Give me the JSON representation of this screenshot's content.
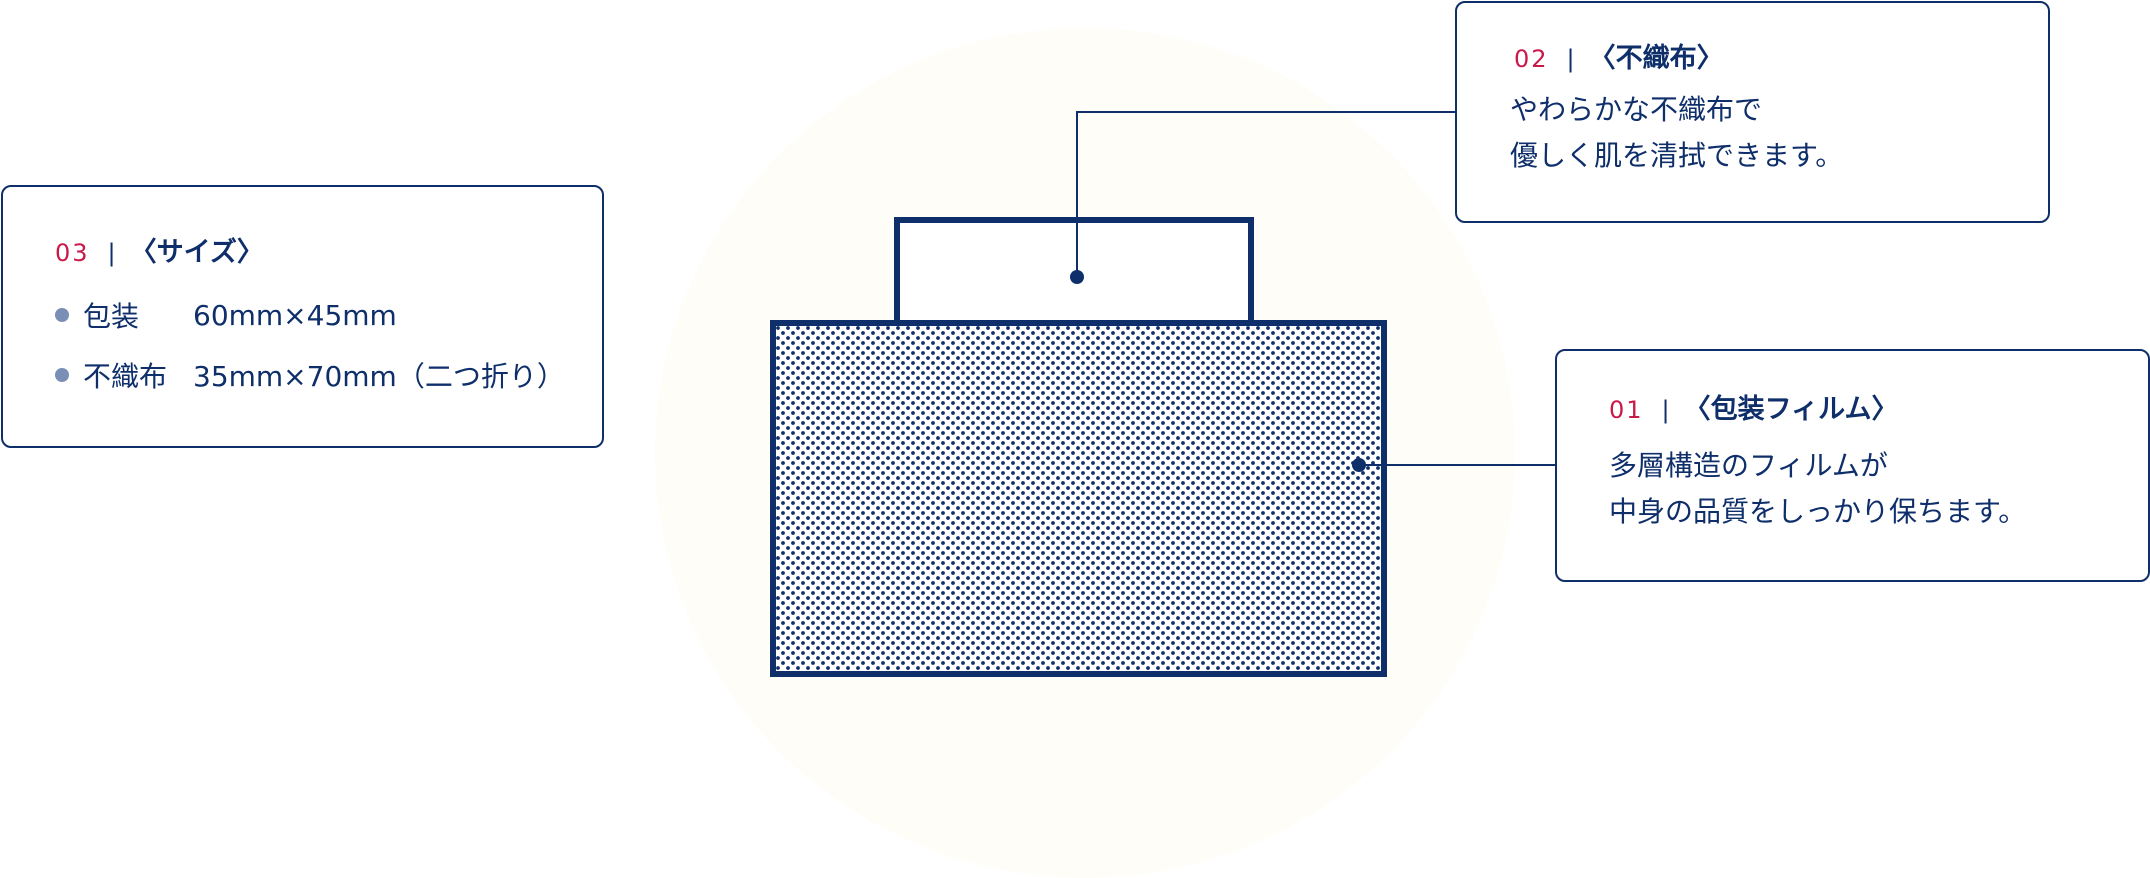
{
  "colors": {
    "navy": "#0f2f6b",
    "accent": "#c9184a",
    "bullet": "#7a8fb5",
    "background_circle": "#fffdf7"
  },
  "callouts": {
    "film": {
      "number": "01",
      "title": "〈包装フィルム〉",
      "lines": [
        "多層構造のフィルムが",
        "中身の品質をしっかり保ちます。"
      ]
    },
    "nonwoven": {
      "number": "02",
      "title": "〈不織布〉",
      "lines": [
        "やわらかな不織布で",
        "優しく肌を清拭できます。"
      ]
    },
    "size": {
      "number": "03",
      "title": "〈サイズ〉",
      "specs": [
        {
          "label": "包装",
          "value": "60mm×45mm"
        },
        {
          "label": "不織布",
          "value": "35mm×70mm（二つ折り）"
        }
      ]
    }
  }
}
